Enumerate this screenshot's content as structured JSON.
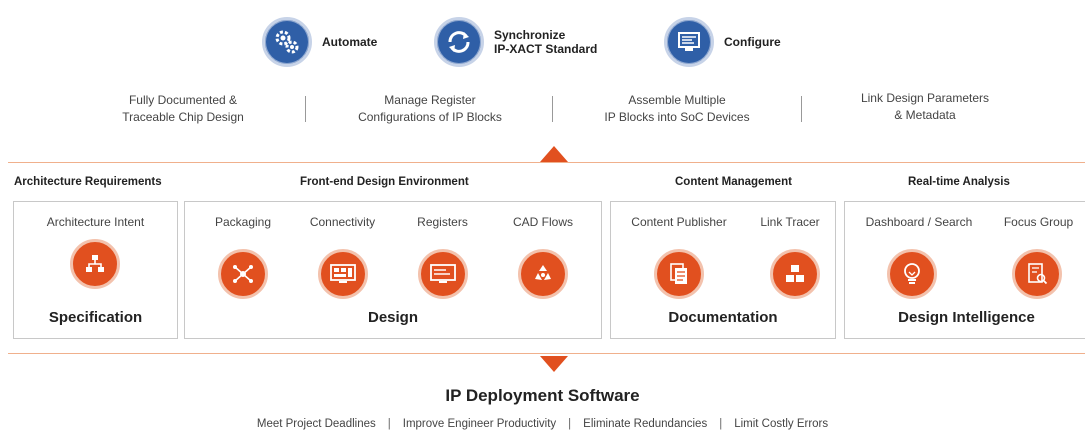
{
  "capabilities": [
    {
      "label": "Automate",
      "icon": "gears-icon"
    },
    {
      "label_line1": "Synchronize",
      "label_line2": "IP-XACT Standard",
      "icon": "sync-icon"
    },
    {
      "label": "Configure",
      "icon": "monitor-config-icon"
    }
  ],
  "features": [
    {
      "line1": "Fully Documented &",
      "line2": "Traceable Chip Design"
    },
    {
      "line1": "Manage Register",
      "line2": "Configurations of IP Blocks"
    },
    {
      "line1": "Assemble Multiple",
      "line2": "IP Blocks into SoC Devices"
    },
    {
      "line1": "Link Design Parameters",
      "line2": "& Metadata"
    }
  ],
  "categories": {
    "architecture": "Architecture Requirements",
    "frontend": "Front-end Design Environment",
    "content": "Content Management",
    "analysis": "Real-time Analysis"
  },
  "boxes": {
    "specification": {
      "title": "Specification",
      "items": [
        {
          "label": "Architecture Intent",
          "icon": "hierarchy-icon"
        }
      ]
    },
    "design": {
      "title": "Design",
      "items": [
        {
          "label": "Packaging",
          "icon": "network-icon"
        },
        {
          "label": "Connectivity",
          "icon": "board-icon"
        },
        {
          "label": "Registers",
          "icon": "screen-icon"
        },
        {
          "label": "CAD Flows",
          "icon": "recycle-icon"
        }
      ]
    },
    "documentation": {
      "title": "Documentation",
      "items": [
        {
          "label": "Content Publisher",
          "icon": "documents-icon"
        },
        {
          "label": "Link Tracer",
          "icon": "cubes-icon"
        }
      ]
    },
    "intelligence": {
      "title": "Design Intelligence",
      "items": [
        {
          "label": "Dashboard / Search",
          "icon": "lightbulb-icon"
        },
        {
          "label": "Focus Group",
          "icon": "report-icon"
        }
      ]
    }
  },
  "footer": {
    "title": "IP Deployment Software",
    "benefits": [
      "Meet Project Deadlines",
      "Improve Engineer Productivity",
      "Eliminate Redundancies",
      "Limit Costly Errors"
    ],
    "separator": "|"
  },
  "colors": {
    "accent": "#e1501f",
    "blue": "#2f5fa7",
    "line": "#f0b08c"
  }
}
